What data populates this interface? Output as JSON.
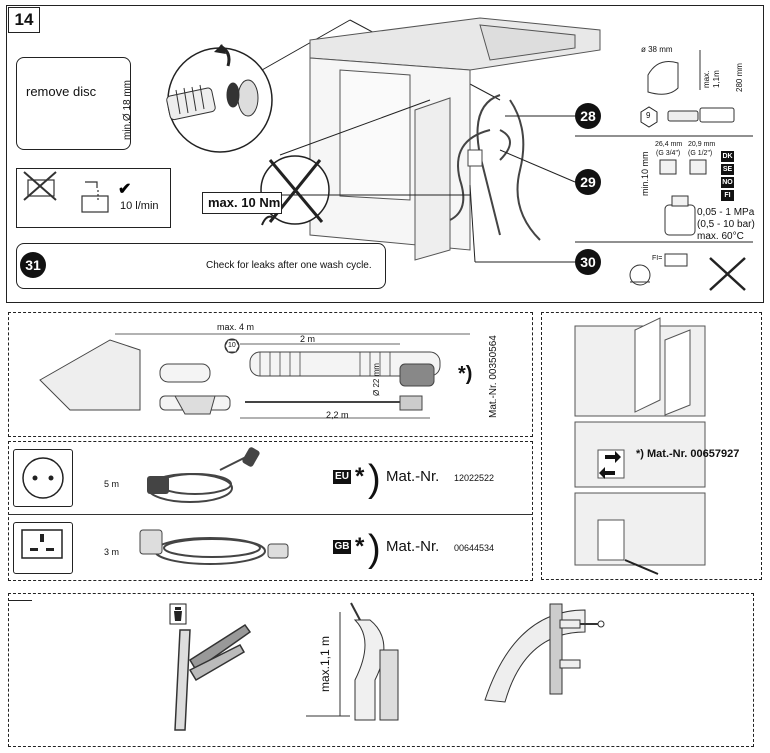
{
  "step": {
    "number": "14"
  },
  "top": {
    "remove_disc": "remove disc",
    "min_d18": "min.Ø 18 mm",
    "flow_rate": "10 l/min",
    "max_torque": "max. 10 Nm",
    "leak_note": "Check for leaks after one wash cycle.",
    "circle_labels": [
      "28",
      "29",
      "30",
      "31"
    ],
    "hex_label": "9",
    "drain_d38": "ø 38 mm",
    "drain_max": "max.",
    "drain_1m": "1,1m",
    "drain_280": "280 mm",
    "thread_1": "26,4 mm",
    "thread_2": "20,9 mm",
    "thread_g34": "(G 3/4\")",
    "thread_g12": "(G 1/2\")",
    "min10": "min.10 mm",
    "country_codes": [
      "DK",
      "SE",
      "NO",
      "FI"
    ],
    "pressure_1": "0,05 - 1 MPa",
    "pressure_2": "(0,5 - 10 bar)",
    "pressure_3": "max. 60°C",
    "fi_label": "FI="
  },
  "hose": {
    "max_4m": "max. 4 m",
    "len_2m": "2 m",
    "len_22m": "2,2 m",
    "dia_22": "Ø 22 mm",
    "circle_10": "10",
    "asterisk": "*)",
    "mat_nr": "Mat.-Nr. 00350564"
  },
  "power": {
    "eu_length": "5 m",
    "eu_code": "EU",
    "eu_mat_label": "Mat.-Nr.",
    "eu_mat_no": "12022522",
    "gb_length": "3 m",
    "gb_code": "GB",
    "gb_mat_label": "Mat.-Nr.",
    "gb_mat_no": "00644534",
    "asterisk": "*"
  },
  "right": {
    "mat_label": "*) Mat.-Nr. 00657927"
  },
  "bottom": {
    "max_11m": "max.1,1 m"
  }
}
